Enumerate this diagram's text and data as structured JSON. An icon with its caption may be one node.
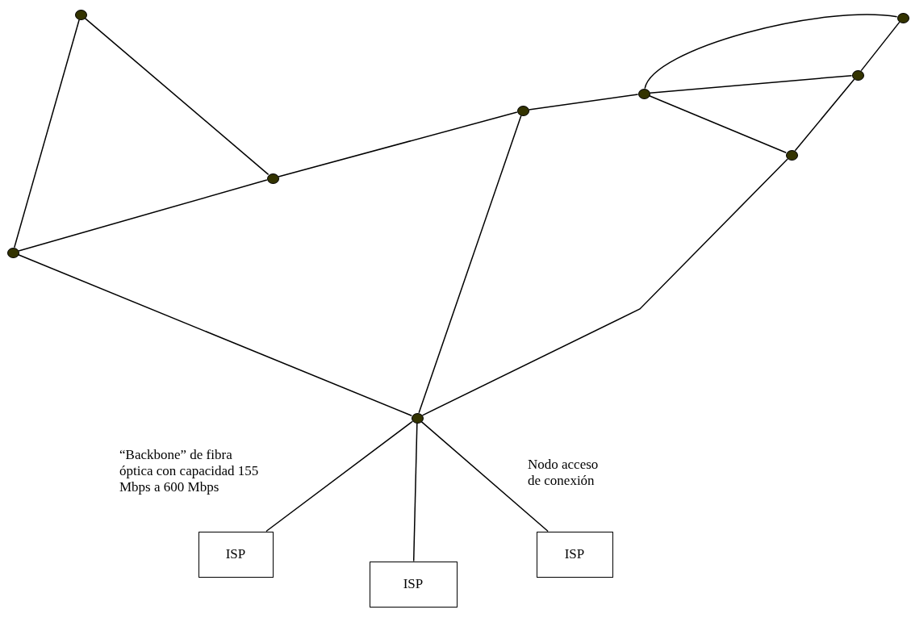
{
  "diagram": {
    "nodes": [
      {
        "text": [],
        "shape": "circle"
      },
      {
        "text": [],
        "shape": "circle"
      },
      {
        "text": [],
        "shape": "circle"
      },
      {
        "text": [],
        "shape": "circle"
      },
      {
        "text": [],
        "shape": "circle"
      },
      {
        "text": [],
        "shape": "circle"
      },
      {
        "text": [],
        "shape": "circle"
      },
      {
        "text": [],
        "shape": "circle"
      },
      {
        "text": [],
        "shape": "circle"
      },
      {
        "text": [
          "ISP"
        ]
      },
      {
        "text": [
          "ISP"
        ]
      },
      {
        "text": [
          "ISP"
        ]
      }
    ],
    "edges": [
      {
        "from": 0,
        "to": 1,
        "arrow": "none"
      },
      {
        "from": 0,
        "to": 2,
        "arrow": "none"
      },
      {
        "from": 2,
        "to": 1,
        "arrow": "none"
      },
      {
        "from": 1,
        "to": 3,
        "arrow": "none"
      },
      {
        "from": 3,
        "to": 4,
        "arrow": "none"
      },
      {
        "from": 4,
        "to": 5,
        "arrow": "none"
      },
      {
        "from": 4,
        "to": 6,
        "arrow": "none"
      },
      {
        "from": 4,
        "to": 7,
        "arrow": "none"
      },
      {
        "from": 5,
        "to": 6,
        "arrow": "none"
      },
      {
        "from": 6,
        "to": 7,
        "arrow": "none"
      },
      {
        "from": 2,
        "to": 8,
        "arrow": "none"
      },
      {
        "from": 3,
        "to": 8,
        "arrow": "none"
      },
      {
        "from": 7,
        "to": 8,
        "arrow": "none"
      },
      {
        "from": 8,
        "to": 9,
        "arrow": "none"
      },
      {
        "from": 8,
        "to": 10,
        "arrow": "none"
      },
      {
        "from": 8,
        "to": 11,
        "arrow": "none"
      }
    ],
    "labels": [
      "“Backbone” de fibra óptica con capacidad 155 Mbps a 600 Mbps",
      "Nodo acceso de conexión"
    ]
  }
}
